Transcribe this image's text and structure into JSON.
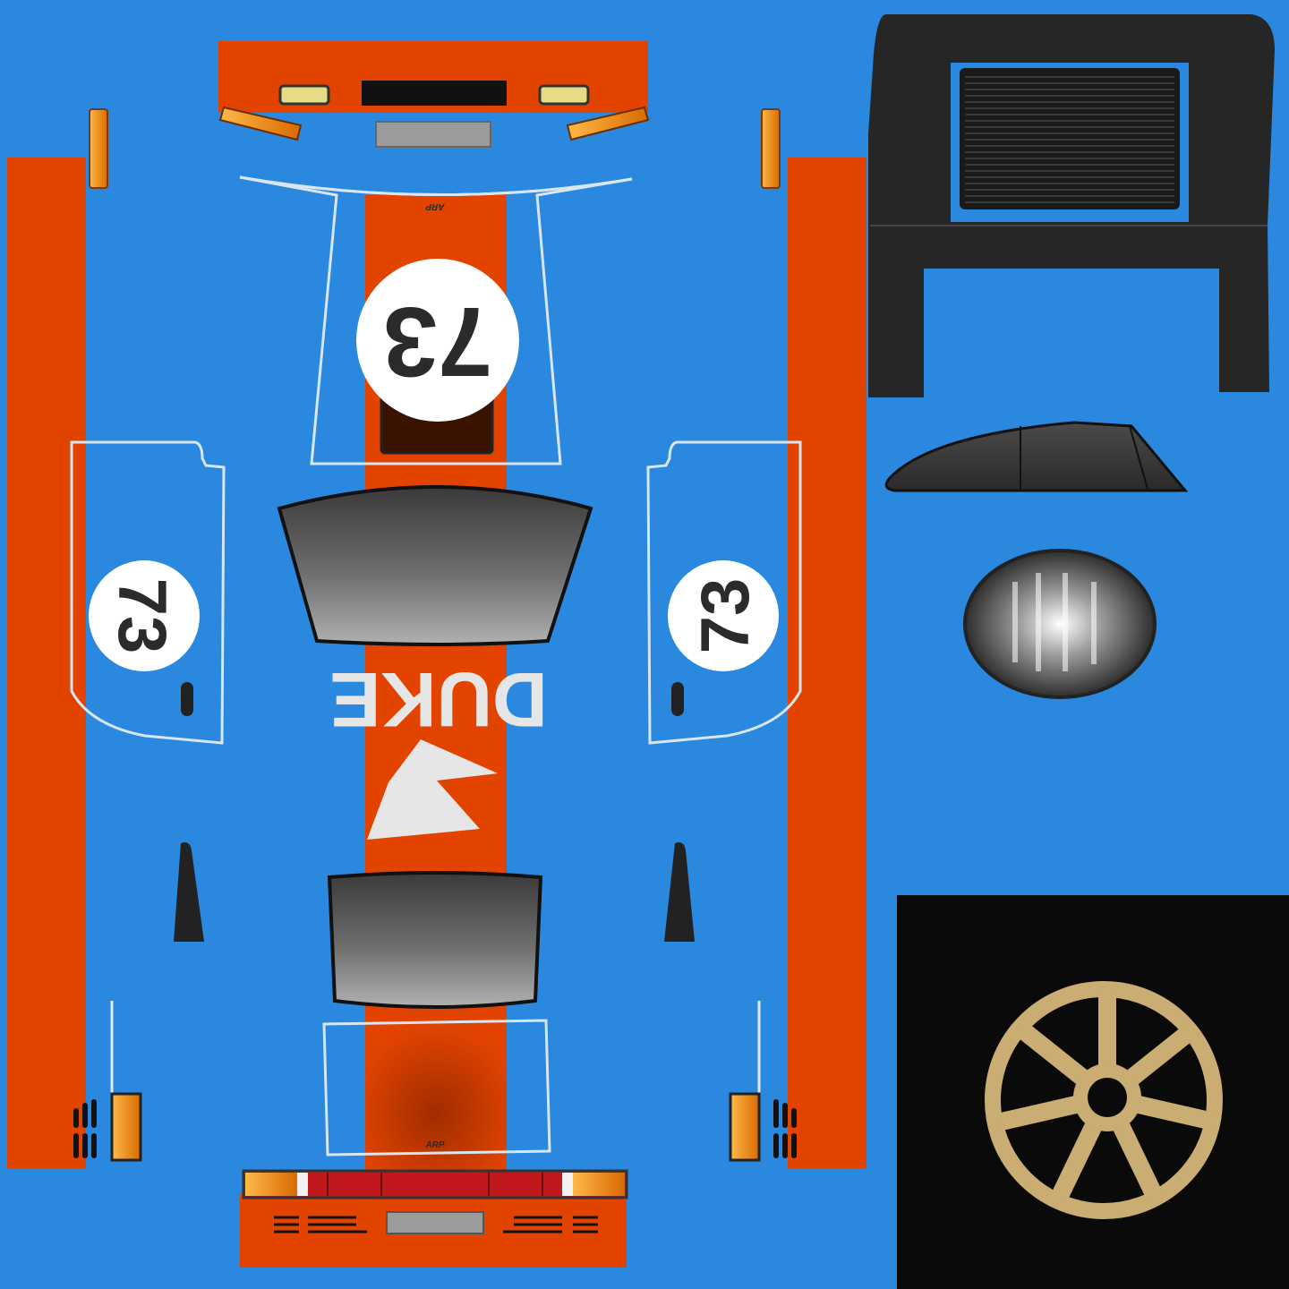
{
  "livery": {
    "hood_number": "73",
    "door_left_number": "73",
    "door_right_number": "73",
    "sponsor": "DUKE",
    "small_badge_front": "ARP",
    "small_badge_rear": "ARP"
  },
  "colors": {
    "body": "#2a88de",
    "stripe": "#e24400",
    "dark_part": "#262626",
    "wheel_bg": "#0a0a0a",
    "rim": "#c9ad72",
    "amber": "#ff9a1a",
    "red_light": "#c0181c"
  }
}
